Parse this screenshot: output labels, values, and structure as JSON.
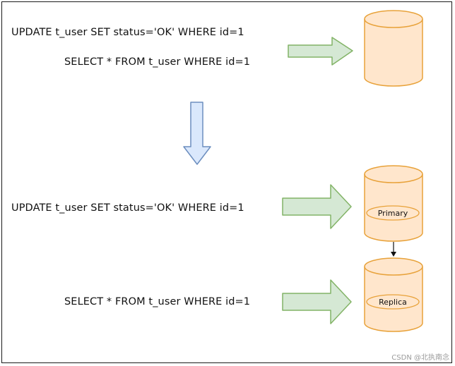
{
  "statements": {
    "top_update": "UPDATE t_user SET status='OK'  WHERE id=1",
    "top_select": "SELECT * FROM t_user WHERE id=1",
    "bottom_update": "UPDATE t_user SET status='OK'  WHERE id=1",
    "bottom_select": "SELECT * FROM t_user WHERE id=1"
  },
  "databases": {
    "single": "",
    "primary": "Primary",
    "replica": "Replica"
  },
  "colors": {
    "cylinder_fill": "#FFE6CC",
    "cylinder_stroke": "#E8A23A",
    "arrow_green_fill": "#D5E8D4",
    "arrow_green_stroke": "#82B366",
    "arrow_blue_fill": "#DAE8FC",
    "arrow_blue_stroke": "#6C8EBF"
  },
  "watermark": "CSDN @北执南念"
}
